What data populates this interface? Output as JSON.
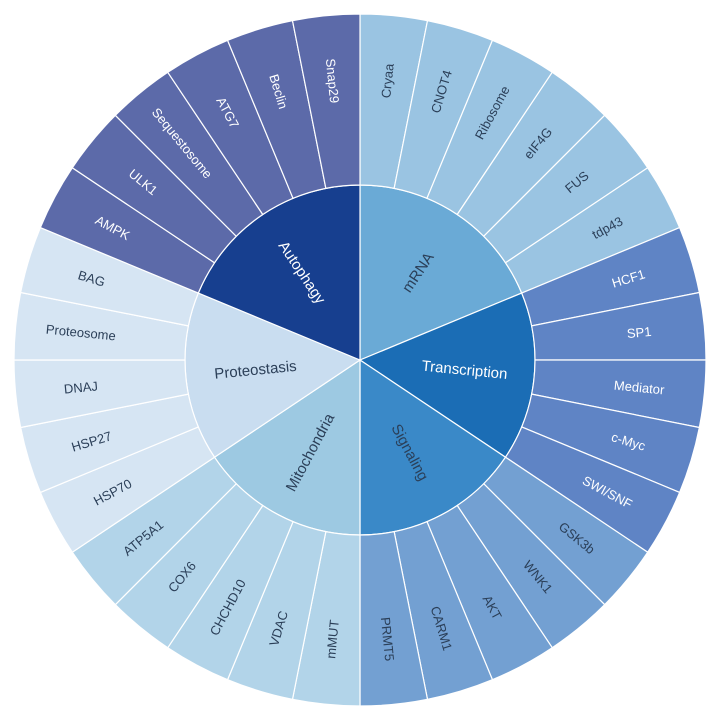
{
  "chart_data": {
    "type": "sunburst",
    "start_angle_deg": 90,
    "direction": "clockwise",
    "categories": [
      {
        "name": "mRNA",
        "color": "#6aaad6",
        "text_color": "#2b3f58",
        "child_color": "#9ac4e2",
        "child_text_color": "#2b3f58",
        "children": [
          "Cryaa",
          "CNOT4",
          "Ribosome",
          "eIF4G",
          "FUS",
          "tdp43"
        ]
      },
      {
        "name": "Transcription",
        "color": "#1b6db5",
        "text_color": "#ffffff",
        "child_color": "#5f84c5",
        "child_text_color": "#ffffff",
        "children": [
          "HCF1",
          "SP1",
          "Mediator",
          "c-Myc",
          "SWI/SNF"
        ]
      },
      {
        "name": "Signaling",
        "color": "#3a89c8",
        "text_color": "#2b3f58",
        "child_color": "#73a0d2",
        "child_text_color": "#2b3f58",
        "children": [
          "GSK3b",
          "WNK1",
          "AKT",
          "CARM1",
          "PRMT5"
        ]
      },
      {
        "name": "Mitochondria",
        "color": "#9dc9e2",
        "text_color": "#2b3f58",
        "child_color": "#b2d4e9",
        "child_text_color": "#2b3f58",
        "children": [
          "mMUT",
          "VDAC",
          "CHCHD10",
          "COX6",
          "ATP5A1"
        ]
      },
      {
        "name": "Proteostasis",
        "color": "#c9ddf0",
        "text_color": "#2b3f58",
        "child_color": "#d6e5f3",
        "child_text_color": "#2b3f58",
        "children": [
          "HSP70",
          "HSP27",
          "DNAJ",
          "Proteosome",
          "BAG"
        ]
      },
      {
        "name": "Autophagy",
        "color": "#173f8f",
        "text_color": "#ffffff",
        "child_color": "#5c6aa9",
        "child_text_color": "#ffffff",
        "children": [
          "AMPK",
          "ULK1",
          "Sequestosome",
          "ATG7",
          "Beclin",
          "Snap29"
        ]
      }
    ]
  }
}
